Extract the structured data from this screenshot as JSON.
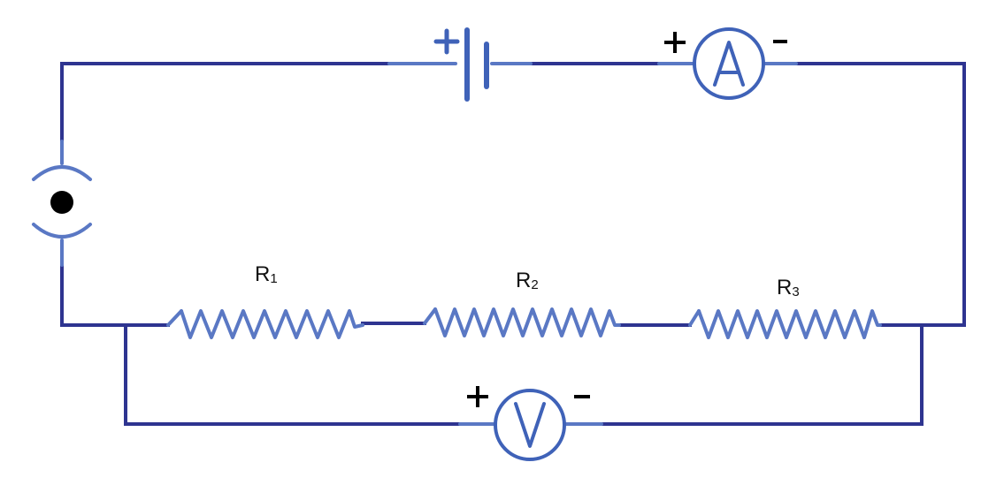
{
  "circuit": {
    "resistors": [
      {
        "letter": "R",
        "subscript": "1"
      },
      {
        "letter": "R",
        "subscript": "2"
      },
      {
        "letter": "R",
        "subscript": "3"
      }
    ],
    "ammeter": {
      "symbol": "A",
      "positive": "+",
      "negative": "-"
    },
    "voltmeter": {
      "symbol": "V",
      "positive": "+",
      "negative": "-"
    },
    "battery": {
      "positive": "+"
    },
    "icons": [
      "battery-icon",
      "ammeter-icon",
      "voltmeter-icon",
      "switch-icon",
      "resistor-icon"
    ],
    "colors": {
      "wire": "#2e3490",
      "component": "#5a78c4",
      "meter": "#3f62b8",
      "dot": "#000000"
    }
  }
}
